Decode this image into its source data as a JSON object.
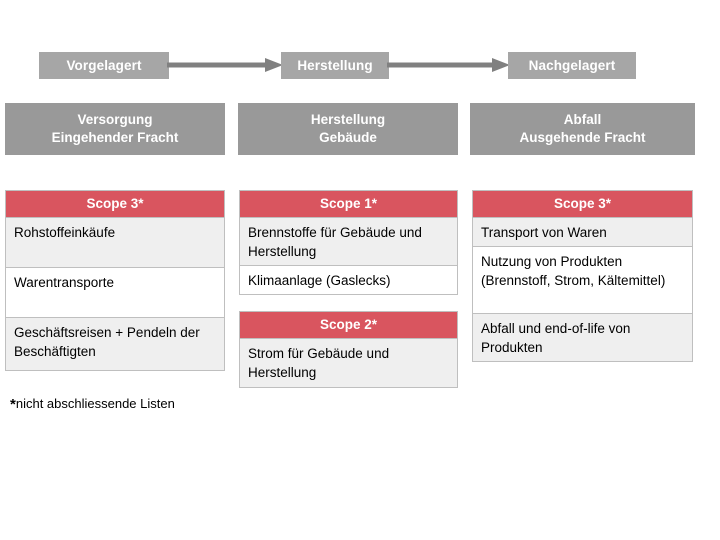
{
  "colors": {
    "stage_chip_gray": "#a6a6a6",
    "banner_gray": "#999999",
    "scope_header_red": "#d9555f",
    "row_shade": "#efefef",
    "row_plain": "#ffffff",
    "border": "#bfbfbf",
    "arrow_gray": "#808080"
  },
  "lifecycle": {
    "stages": [
      {
        "label": "Vorgelagert"
      },
      {
        "label": "Herstellung"
      },
      {
        "label": "Nachgelagert"
      }
    ],
    "arrows": [
      {
        "name": "arrow-upstream-to-production"
      },
      {
        "name": "arrow-production-to-downstream"
      }
    ]
  },
  "banners": [
    {
      "line1": "Versorgung",
      "line2": "Eingehender Fracht"
    },
    {
      "line1": "Herstellung",
      "line2": "Gebäude"
    },
    {
      "line1": "Abfall",
      "line2": "Ausgehende Fracht"
    }
  ],
  "tables": {
    "upstream_scope3": {
      "header": "Scope 3*",
      "rows": [
        "Rohstoffeinkäufe",
        "Warentransporte",
        "Geschäftsreisen + Pendeln der Beschäftigten"
      ]
    },
    "production_scope1": {
      "header": "Scope 1*",
      "rows": [
        "Brennstoffe für Gebäude und Herstellung",
        "Klimaanlage (Gaslecks)"
      ]
    },
    "production_scope2": {
      "header": "Scope 2*",
      "rows": [
        "Strom für Gebäude und Herstellung"
      ]
    },
    "downstream_scope3": {
      "header": "Scope 3*",
      "rows": [
        "Transport von Waren",
        "Nutzung von Produkten (Brennstoff, Strom, Kältemittel)",
        "Abfall und end-of-life von Produkten"
      ]
    }
  },
  "footnote": {
    "marker": "*",
    "text": "nicht abschliessende Listen"
  }
}
